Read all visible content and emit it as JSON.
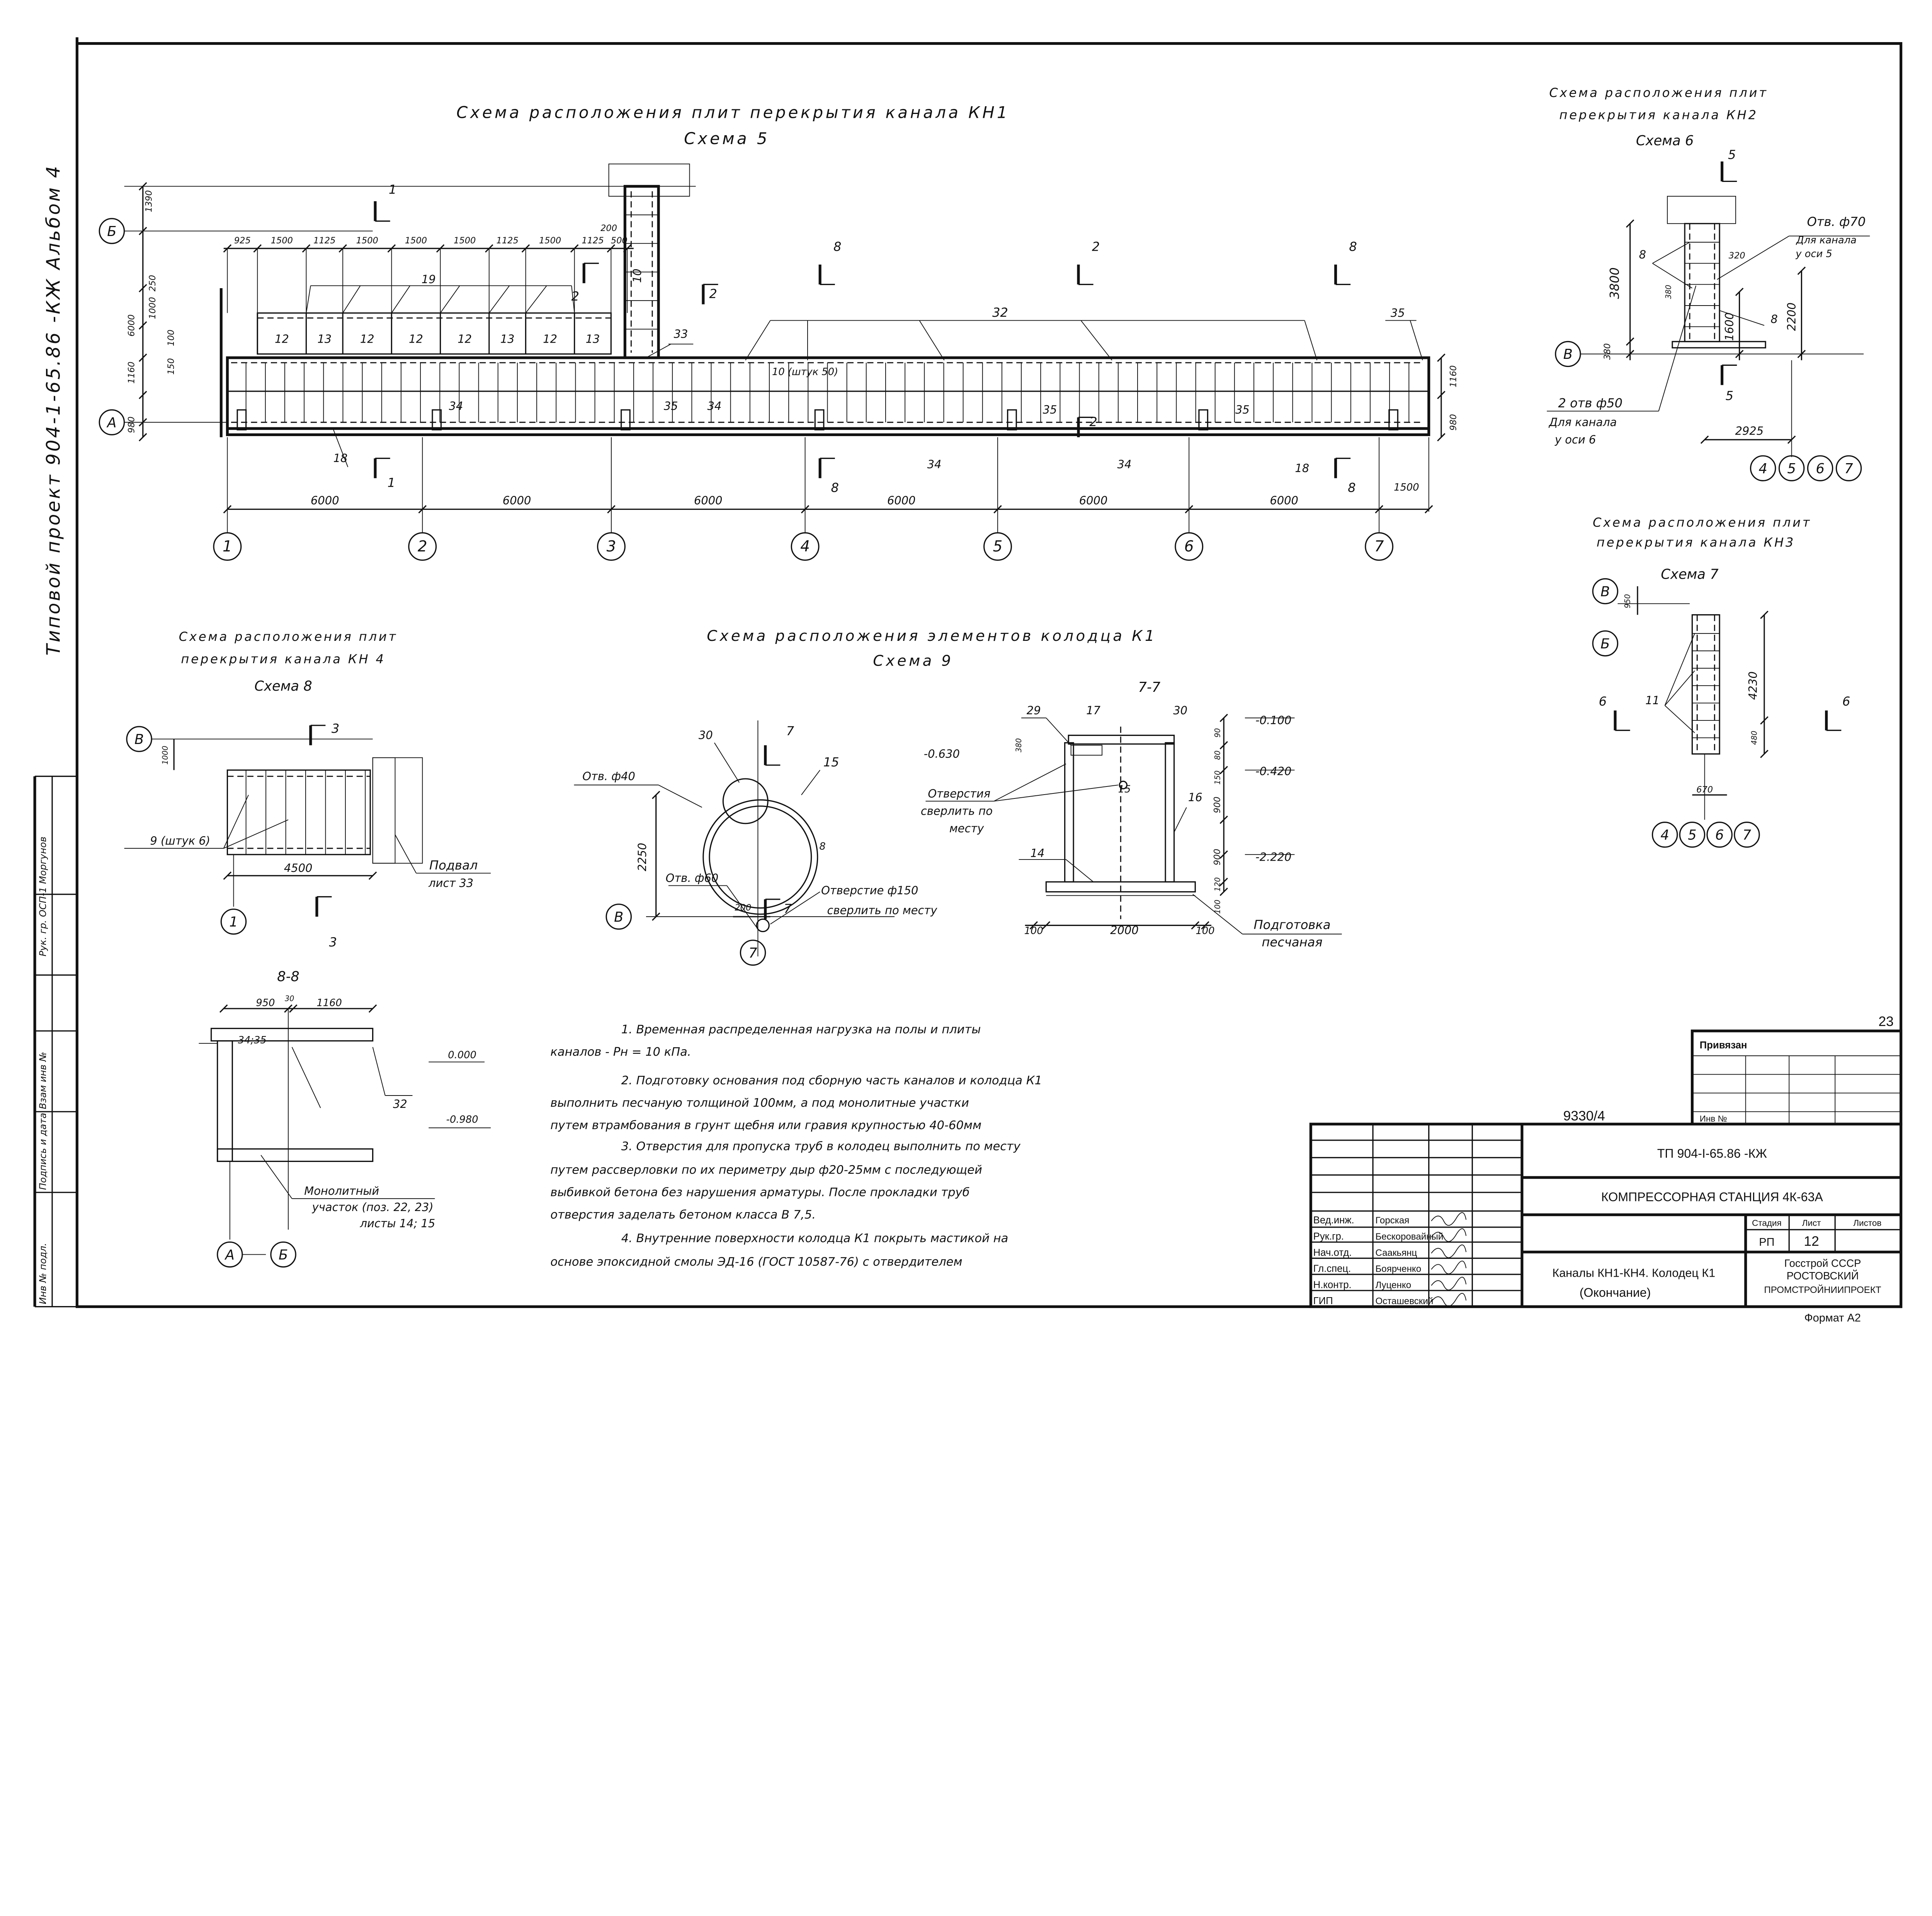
{
  "colors": {
    "ink": "#111111",
    "paper": "#ffffff"
  },
  "sheet": {
    "side_title": "Типовой проект 904-1-65.86 -КЖ Альбом 4",
    "sheet_number": "23",
    "archive_number": "9330/4",
    "format": "Формат А2"
  },
  "stamp_strip": [
    "Инв № подл.",
    "Подпись и дата",
    "Взам инв №",
    "Рук. гр. ОСП-1 Моргунов"
  ],
  "schema5": {
    "title": "Схема расположения плит перекрытия канала КН1",
    "subtitle": "Схема 5",
    "axes": [
      "1",
      "2",
      "3",
      "4",
      "5",
      "6",
      "7"
    ],
    "rows": [
      "Б",
      "А"
    ],
    "spans": [
      "6000",
      "6000",
      "6000",
      "6000",
      "6000",
      "6000"
    ],
    "end_dim": "1500",
    "top_dims": [
      "925",
      "1500",
      "1125",
      "1500",
      "1500",
      "1500",
      "1125",
      "1500",
      "1125",
      "500"
    ],
    "top_extra": "200",
    "left_dims": [
      "1390",
      "6000",
      "1000",
      "250",
      "100",
      "1160",
      "150",
      "980"
    ],
    "right_dims": [
      "1160",
      "980"
    ],
    "plates": [
      "12",
      "13",
      "12",
      "12",
      "12",
      "13",
      "12",
      "13"
    ],
    "marks": [
      "19",
      "10",
      "33",
      "32",
      "35",
      "10 (штук 50)",
      "34",
      "35",
      "34",
      "35",
      "35",
      "34",
      "34",
      "18"
    ],
    "sections": [
      "1",
      "1",
      "2",
      "2",
      "8",
      "2",
      "2",
      "8",
      "8",
      "8"
    ]
  },
  "schema6": {
    "title": [
      "Схема расположения плит",
      "перекрытия канала КН2"
    ],
    "subtitle": "Схема 6",
    "row": "В",
    "axes": [
      "4",
      "5",
      "6",
      "7"
    ],
    "labels": [
      "5",
      "5",
      "Отв. ф70",
      "Для канала",
      "у оси 5",
      "8",
      "8",
      "320",
      "3800",
      "380",
      "380",
      "1600",
      "2200",
      "2925",
      "2 отв ф50",
      "Для канала",
      "у оси 6"
    ]
  },
  "schema7": {
    "title": [
      "Схема расположения плит",
      "перекрытия канала КН3"
    ],
    "subtitle": "Схема 7",
    "rows": [
      "В",
      "Б"
    ],
    "axes": [
      "4",
      "5",
      "6",
      "7"
    ],
    "labels": [
      "950",
      "4230",
      "480",
      "670",
      "11",
      "6",
      "6"
    ]
  },
  "schema8": {
    "title": [
      "Схема расположения плит",
      "перекрытия канала КН 4"
    ],
    "subtitle": "Схема 8",
    "row": "В",
    "axis": "1",
    "labels": [
      "1000",
      "4500",
      "9 (штук 6)",
      "Подвал",
      "лист 33",
      "3",
      "3"
    ]
  },
  "schema9": {
    "title": "Схема расположения элементов колодца К1",
    "subtitle": "Схема 9",
    "row": "В",
    "axis": "7",
    "labels": [
      "Отв. ф40",
      "30",
      "15",
      "7",
      "7",
      "2250",
      "Отв. ф60",
      "Отверстие ф150",
      "сверлить по месту",
      "8",
      "200"
    ]
  },
  "section77": {
    "title": "7-7",
    "labels": [
      "29",
      "17",
      "30",
      "380",
      "-0.630",
      "90",
      "-0.100",
      "80",
      "150",
      "-0.420",
      "Отверстия",
      "сверлить по",
      "месту",
      "15",
      "16",
      "900",
      "14",
      "-2.220",
      "900",
      "120",
      "100",
      "100",
      "2000",
      "100",
      "Подготовка",
      "песчаная"
    ]
  },
  "section88": {
    "title": "8-8",
    "rows": [
      "А",
      "Б"
    ],
    "labels": [
      "950",
      "30",
      "1160",
      "34;35",
      "0.000",
      "32",
      "-0.980",
      "Монолитный",
      "участок (поз. 22, 23)",
      "листы 14; 15"
    ]
  },
  "notes": [
    "1. Временная распределенная нагрузка на полы и плиты",
    "каналов  - Pн = 10 кПа.",
    "2. Подготовку основания под сборную часть каналов и колодца К1",
    "выполнить песчаную толщиной 100мм, а под монолитные участки",
    "путем втрамбования в грунт щебня или гравия крупностью 40-60мм",
    "3. Отверстия для пропуска труб в колодец выполнить по месту",
    "путем рассверловки по их периметру дыр ф20-25мм с последующей",
    "выбивкой бетона без нарушения арматуры. После прокладки труб",
    "отверстия заделать бетоном класса В 7,5.",
    "4. Внутренние поверхности колодца К1 покрыть мастикой на",
    "основе эпоксидной смолы ЭД-16 (ГОСТ 10587-76) с отвердителем"
  ],
  "title_block": {
    "attached": "Привязан",
    "inv": "Инв №",
    "code": "ТП 904-I-65.86 -КЖ",
    "project": "КОМПРЕССОРНАЯ СТАНЦИЯ 4К-63А",
    "stage_header": "Стадия",
    "sheet_header": "Лист",
    "sheets_header": "Листов",
    "stage": "РП",
    "sheet": "12",
    "drawing": "Каналы КН1-КН4. Колодец К1",
    "drawing_sub": "(Окончание)",
    "org": [
      "Госстрой СССР",
      "РОСТОВСКИЙ",
      "ПРОМСТРОЙНИИПРОЕКТ"
    ],
    "signatures": [
      {
        "role": "Вед.инж.",
        "name": "Горская"
      },
      {
        "role": "Рук.гр.",
        "name": "Бескоровайный"
      },
      {
        "role": "Нач.отд.",
        "name": "Саакьянц"
      },
      {
        "role": "Гл.спец.",
        "name": "Боярченко"
      },
      {
        "role": "Н.контр.",
        "name": "Луценко"
      },
      {
        "role": "ГИП",
        "name": "Осташевский"
      }
    ]
  }
}
